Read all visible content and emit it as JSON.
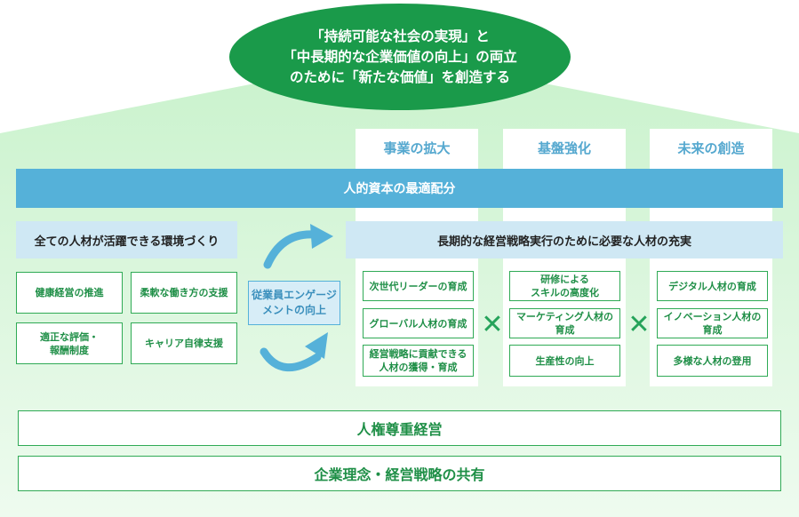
{
  "goal": {
    "lines": [
      "「持続可能な社会の実現」と",
      "「中長期的な企業価値の向上」の両立",
      "のために「新たな価値」を創造する"
    ]
  },
  "columns": [
    "事業の拡大",
    "基盤強化",
    "未来の創造"
  ],
  "band_label": "人的資本の最適配分",
  "left": {
    "heading": "全ての人材が活躍できる環境づくり",
    "items": [
      "健康経営の推進",
      "柔軟な働き方の支援",
      "適正な評価・\n報酬制度",
      "キャリア自律支援"
    ]
  },
  "center": {
    "label": "従業員エンゲージ\nメントの向上"
  },
  "right": {
    "heading": "長期的な経営戦略実行のために必要な人材の充実",
    "col1": [
      "次世代リーダーの育成",
      "グローバル人材の育成",
      "経営戦略に貢献できる\n人材の獲得・育成"
    ],
    "col2": [
      "研修による\nスキルの高度化",
      "マーケティング人材の\n育成",
      "生産性の向上"
    ],
    "col3": [
      "デジタル人材の育成",
      "イノベーション人材の\n育成",
      "多様な人材の登用"
    ]
  },
  "multiply_symbol": "✕",
  "foundation": [
    "人権尊重経営",
    "企業理念・経営戦略の共有"
  ],
  "colors": {
    "green_dark": "#1a9a4a",
    "green_light": "#d6f5d6",
    "blue": "#55b1d9",
    "blue_light": "#cfe8f4"
  }
}
